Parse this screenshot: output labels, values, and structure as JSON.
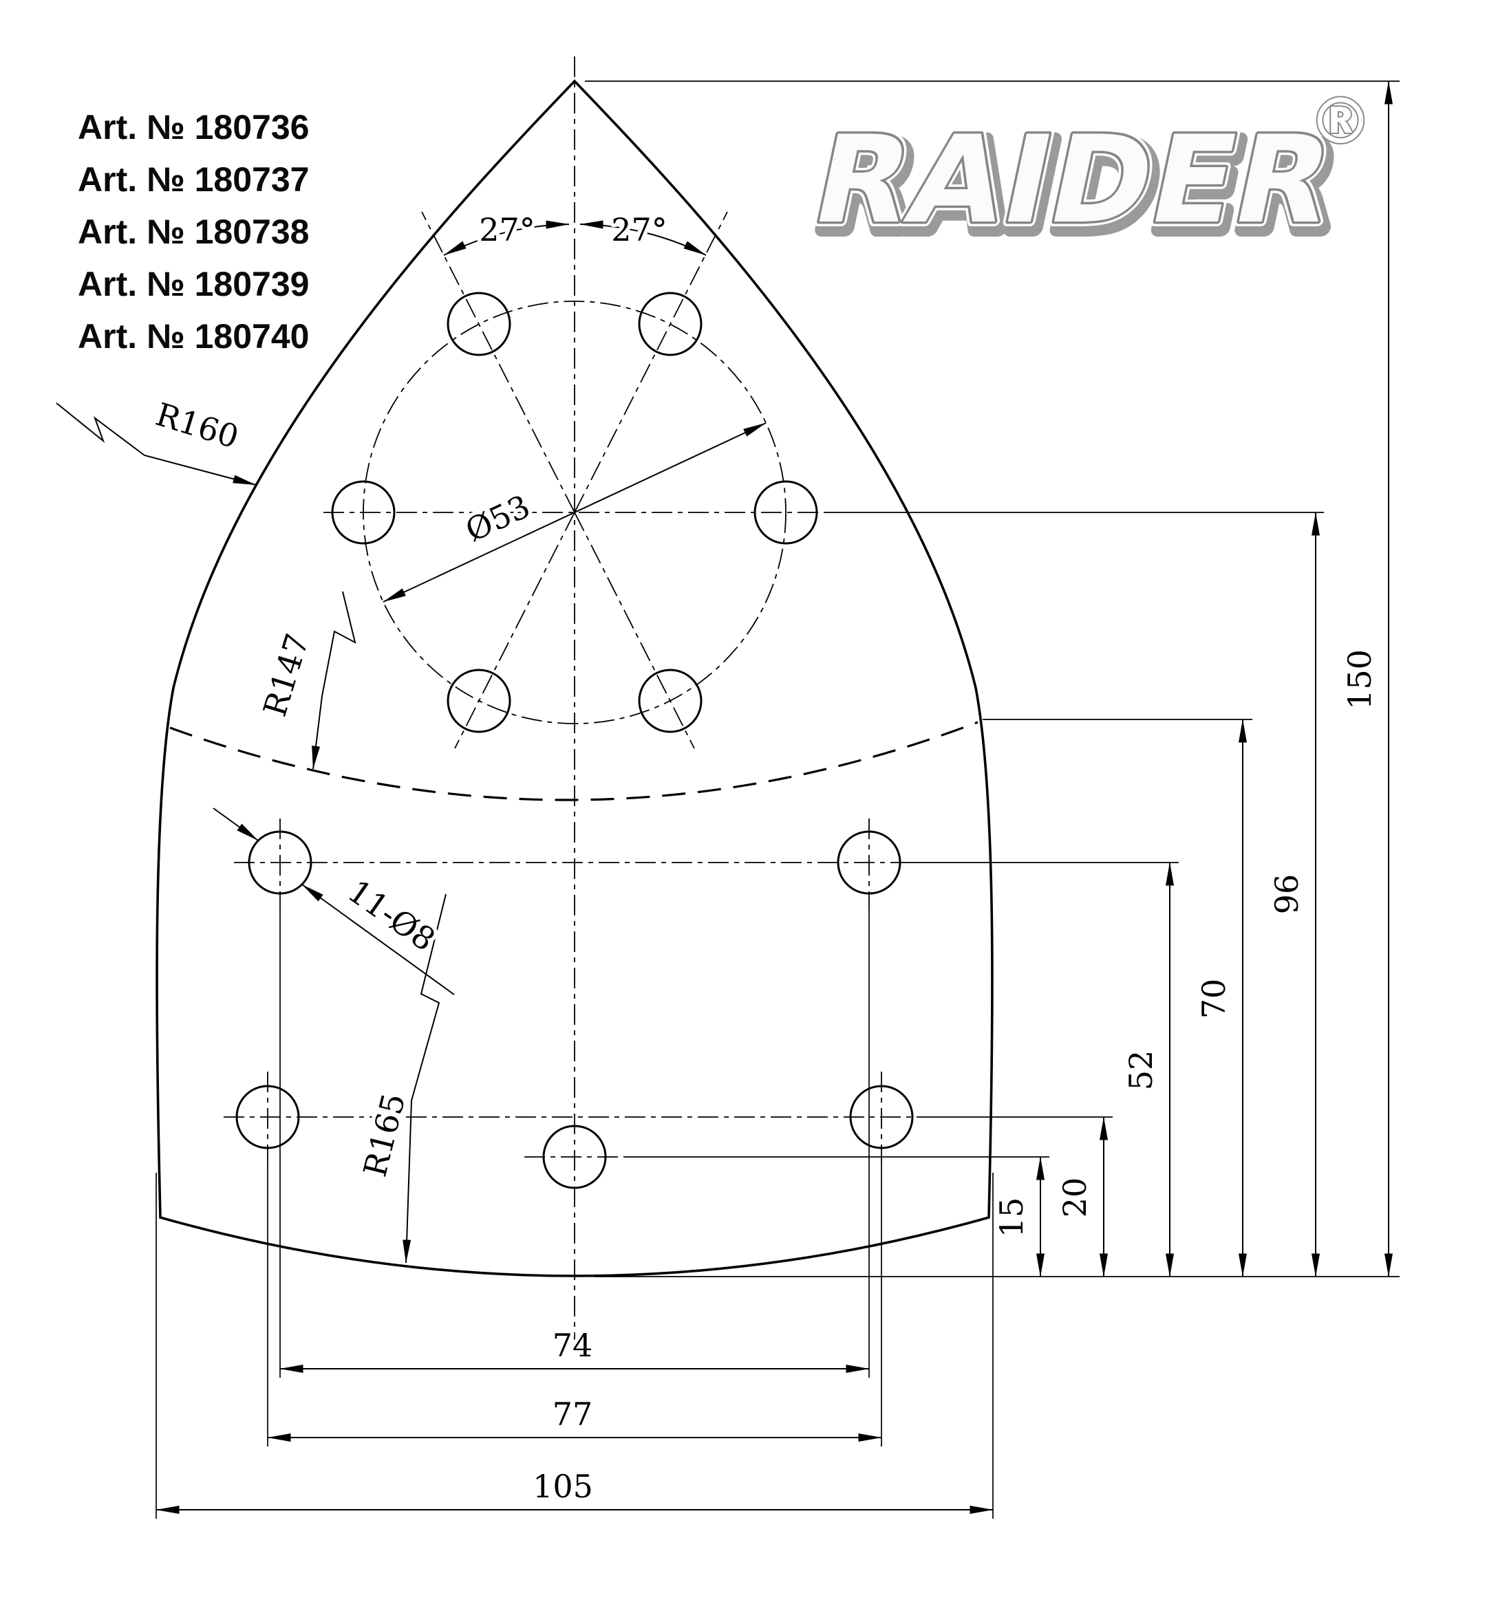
{
  "articles": [
    "Art. № 180736",
    "Art. № 180737",
    "Art. № 180738",
    "Art. № 180739",
    "Art. № 180740"
  ],
  "logo": {
    "brand": "RAIDER",
    "registered": "®"
  },
  "dims": {
    "total_height": "150",
    "bolt_circle_row": "96",
    "arc_line": "70",
    "mid_row": "52",
    "low_row": "20",
    "bottom_hole": "15",
    "mid_span": "74",
    "low_span": "77",
    "width": "105",
    "angle_left": "27°",
    "angle_right": "27°",
    "radius_side": "R160",
    "radius_arc": "R147",
    "radius_bottom": "R165",
    "circle_dia": "Ø53",
    "holes_callout": "11-Ø8"
  }
}
